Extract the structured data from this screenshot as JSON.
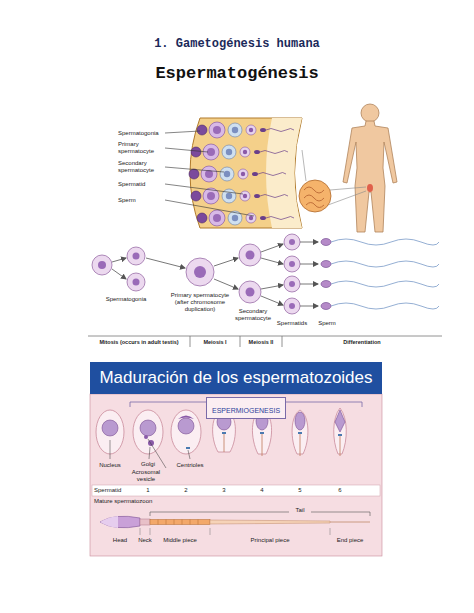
{
  "diagram": {
    "title": "1. Gametogénesis humana",
    "nodes": [
      {
        "text": [
          "Maduración de los espermatozoides"
        ]
      },
      {
        "text": [
          "ESPERMIOGENESIS"
        ]
      }
    ],
    "labels": [
      "Espermatogénesis",
      "Spermatogonia",
      "Primary spermatocyte",
      "Secondary spermatocyte",
      "Spermatid",
      "Sperm",
      "Spermatogonia",
      "Primary spermatocyte (after chromosome duplication)",
      "Secondary spermatocyte",
      "Spermatids",
      "Sperm",
      "Mitosis (occurs in adult testis)",
      "Meiosis I",
      "Meiosis II",
      "Differentiation",
      "Nucleus",
      "Golgi",
      "Acrosomal vesicle",
      "Centrioles",
      "Spermatid",
      "1",
      "2",
      "3",
      "4",
      "5",
      "6",
      "Mature spermatozoon",
      "Tail",
      "Head",
      "Neck",
      "Middle piece",
      "Principal piece",
      "End piece"
    ]
  }
}
